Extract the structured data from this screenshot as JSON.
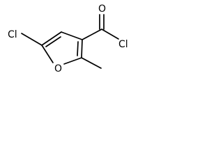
{
  "atoms": {
    "chlorine_left": "Cl",
    "oxygen_ring": "O",
    "oxygen_carbonyl": "O",
    "chlorine_acyl": "Cl"
  },
  "colors": {
    "ink": "#000000",
    "background": "#ffffff"
  }
}
